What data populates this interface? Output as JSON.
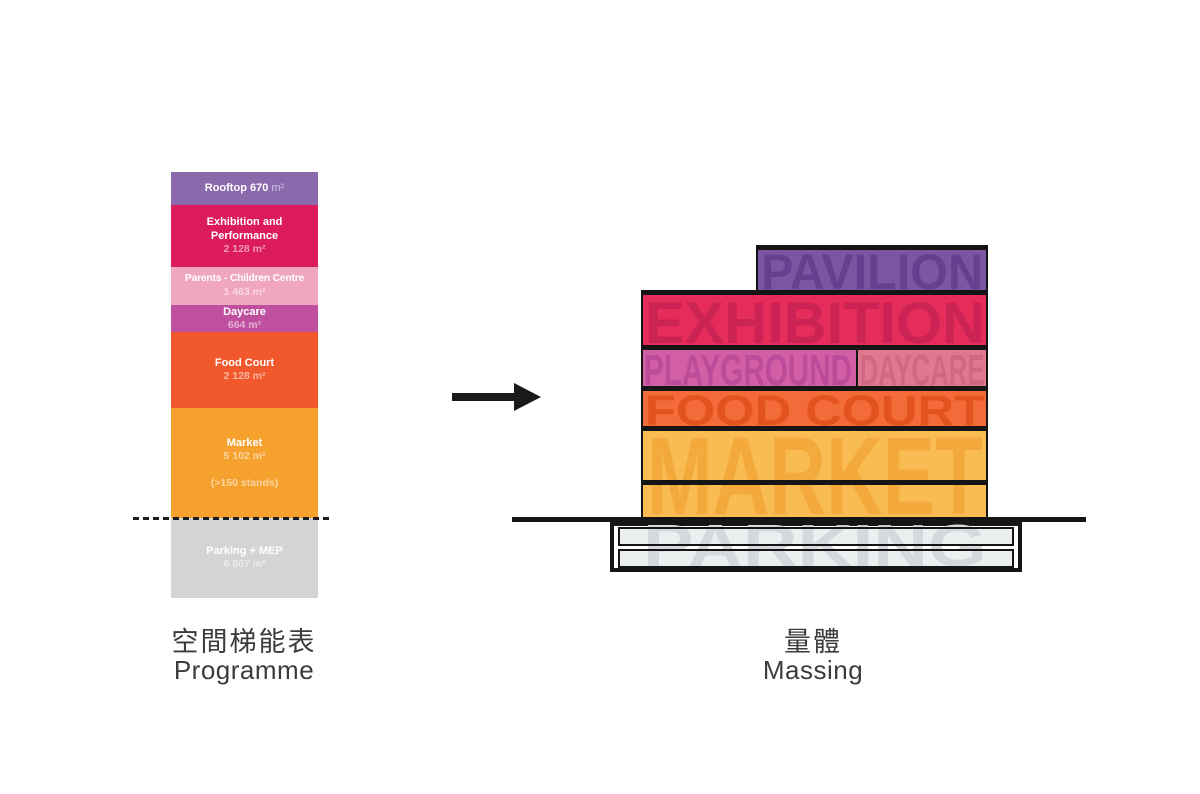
{
  "programme": {
    "caption_zh": "空間梯能表",
    "caption_en": "Programme",
    "segments": [
      {
        "id": "rooftop",
        "title": "Rooftop 670",
        "suffix": " m²",
        "color": "#8A69AD"
      },
      {
        "id": "exhibition",
        "title_line1": "Exhibition and",
        "title_line2": "Performance",
        "value": "2 128 m²",
        "color": "#DB1B5B"
      },
      {
        "id": "parents",
        "title": "Parents - Children Centre",
        "value": "1 463 m²",
        "color": "#F0A6BC"
      },
      {
        "id": "daycare",
        "title": "Daycare",
        "value": "664 m²",
        "color": "#C04F9F"
      },
      {
        "id": "foodcourt",
        "title": "Food Court",
        "value": "2 128 m²",
        "color": "#F1582C"
      },
      {
        "id": "market",
        "title": "Market",
        "value": "5 102 m²",
        "extra": "(>150 stands)",
        "color": "#F6A12E"
      },
      {
        "id": "parking",
        "title": "Parking + MEP",
        "value": "6 807 m²",
        "color": "#D3D4D6"
      }
    ]
  },
  "arrow": {
    "color": "#1A1A1A"
  },
  "massing": {
    "caption_zh": "量體",
    "caption_en": "Massing",
    "blocks": {
      "pavilion": {
        "label": "PAVILION",
        "fill": "#7C55A2",
        "label_color": "#66408E"
      },
      "exhibition": {
        "label": "EXHIBITION",
        "fill": "#E62C5B",
        "label_color": "#CB2454"
      },
      "playground": {
        "label": "PLAYGROUND",
        "fill": "#D25FA5",
        "label_color": "#BC4C99"
      },
      "daycare": {
        "label": "DAYCARE",
        "fill": "#E0798F",
        "label_color": "#D16883"
      },
      "food_court": {
        "label": "FOOD COURT",
        "fill": "#F26B39",
        "label_color": "#E2531F"
      },
      "market": {
        "label": "MARKET",
        "fill": "#F8BC52",
        "label_color": "#F3A93C"
      },
      "parking": {
        "label": "PARKING",
        "fill": "#ECEFF0",
        "label_color": "#D5D9DD"
      }
    }
  }
}
